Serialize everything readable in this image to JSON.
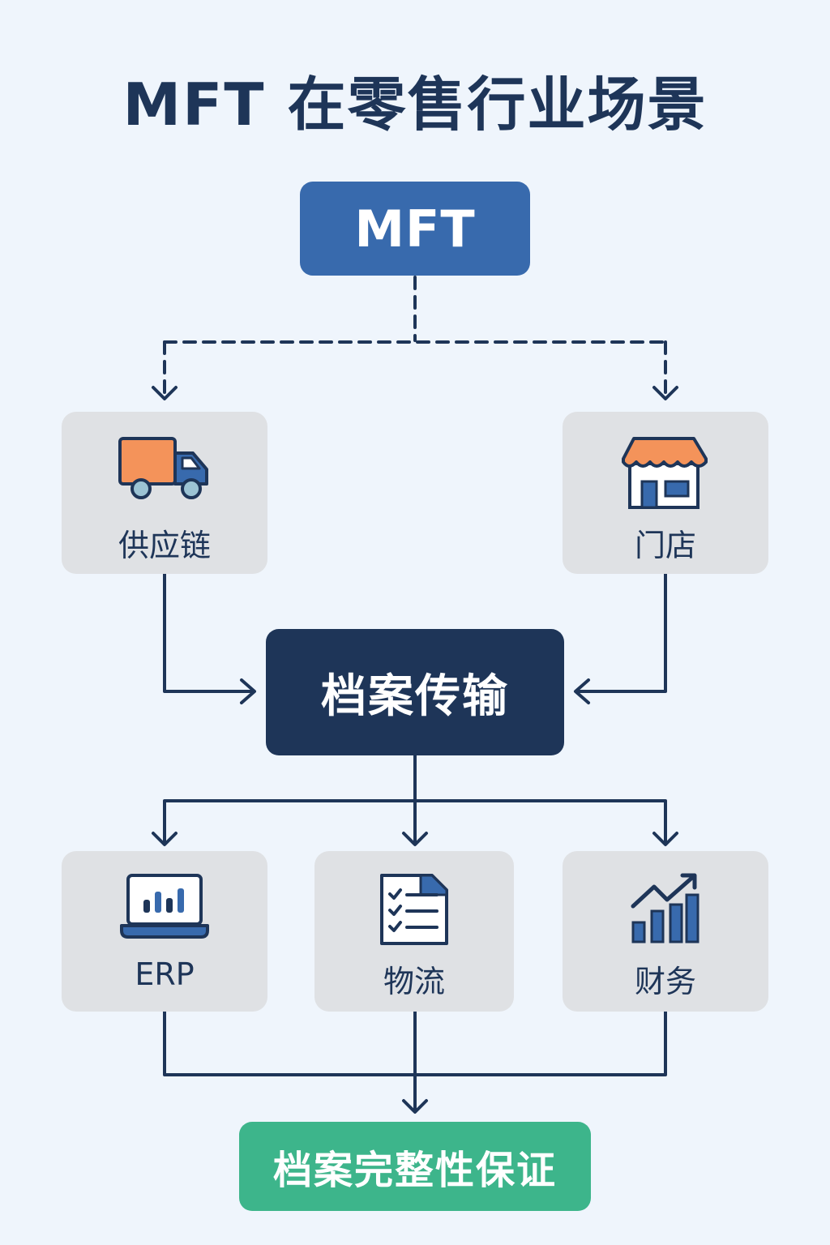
{
  "title": "MFT 在零售行业场景",
  "nodes": {
    "mft": "MFT",
    "archive_transfer": "档案传输",
    "integrity": "档案完整性保证"
  },
  "sources": {
    "supply_chain": {
      "label": "供应链",
      "icon": "truck-icon"
    },
    "store": {
      "label": "门店",
      "icon": "storefront-icon"
    }
  },
  "targets": {
    "erp": {
      "label": "ERP",
      "icon": "laptop-chart-icon"
    },
    "logistics": {
      "label": "物流",
      "icon": "checklist-icon"
    },
    "finance": {
      "label": "财务",
      "icon": "growth-chart-icon"
    }
  },
  "colors": {
    "background": "#eff5fc",
    "navy": "#1e3558",
    "blue": "#386aad",
    "green": "#3db58b",
    "orange": "#f4935a",
    "card": "#dfe1e4"
  }
}
